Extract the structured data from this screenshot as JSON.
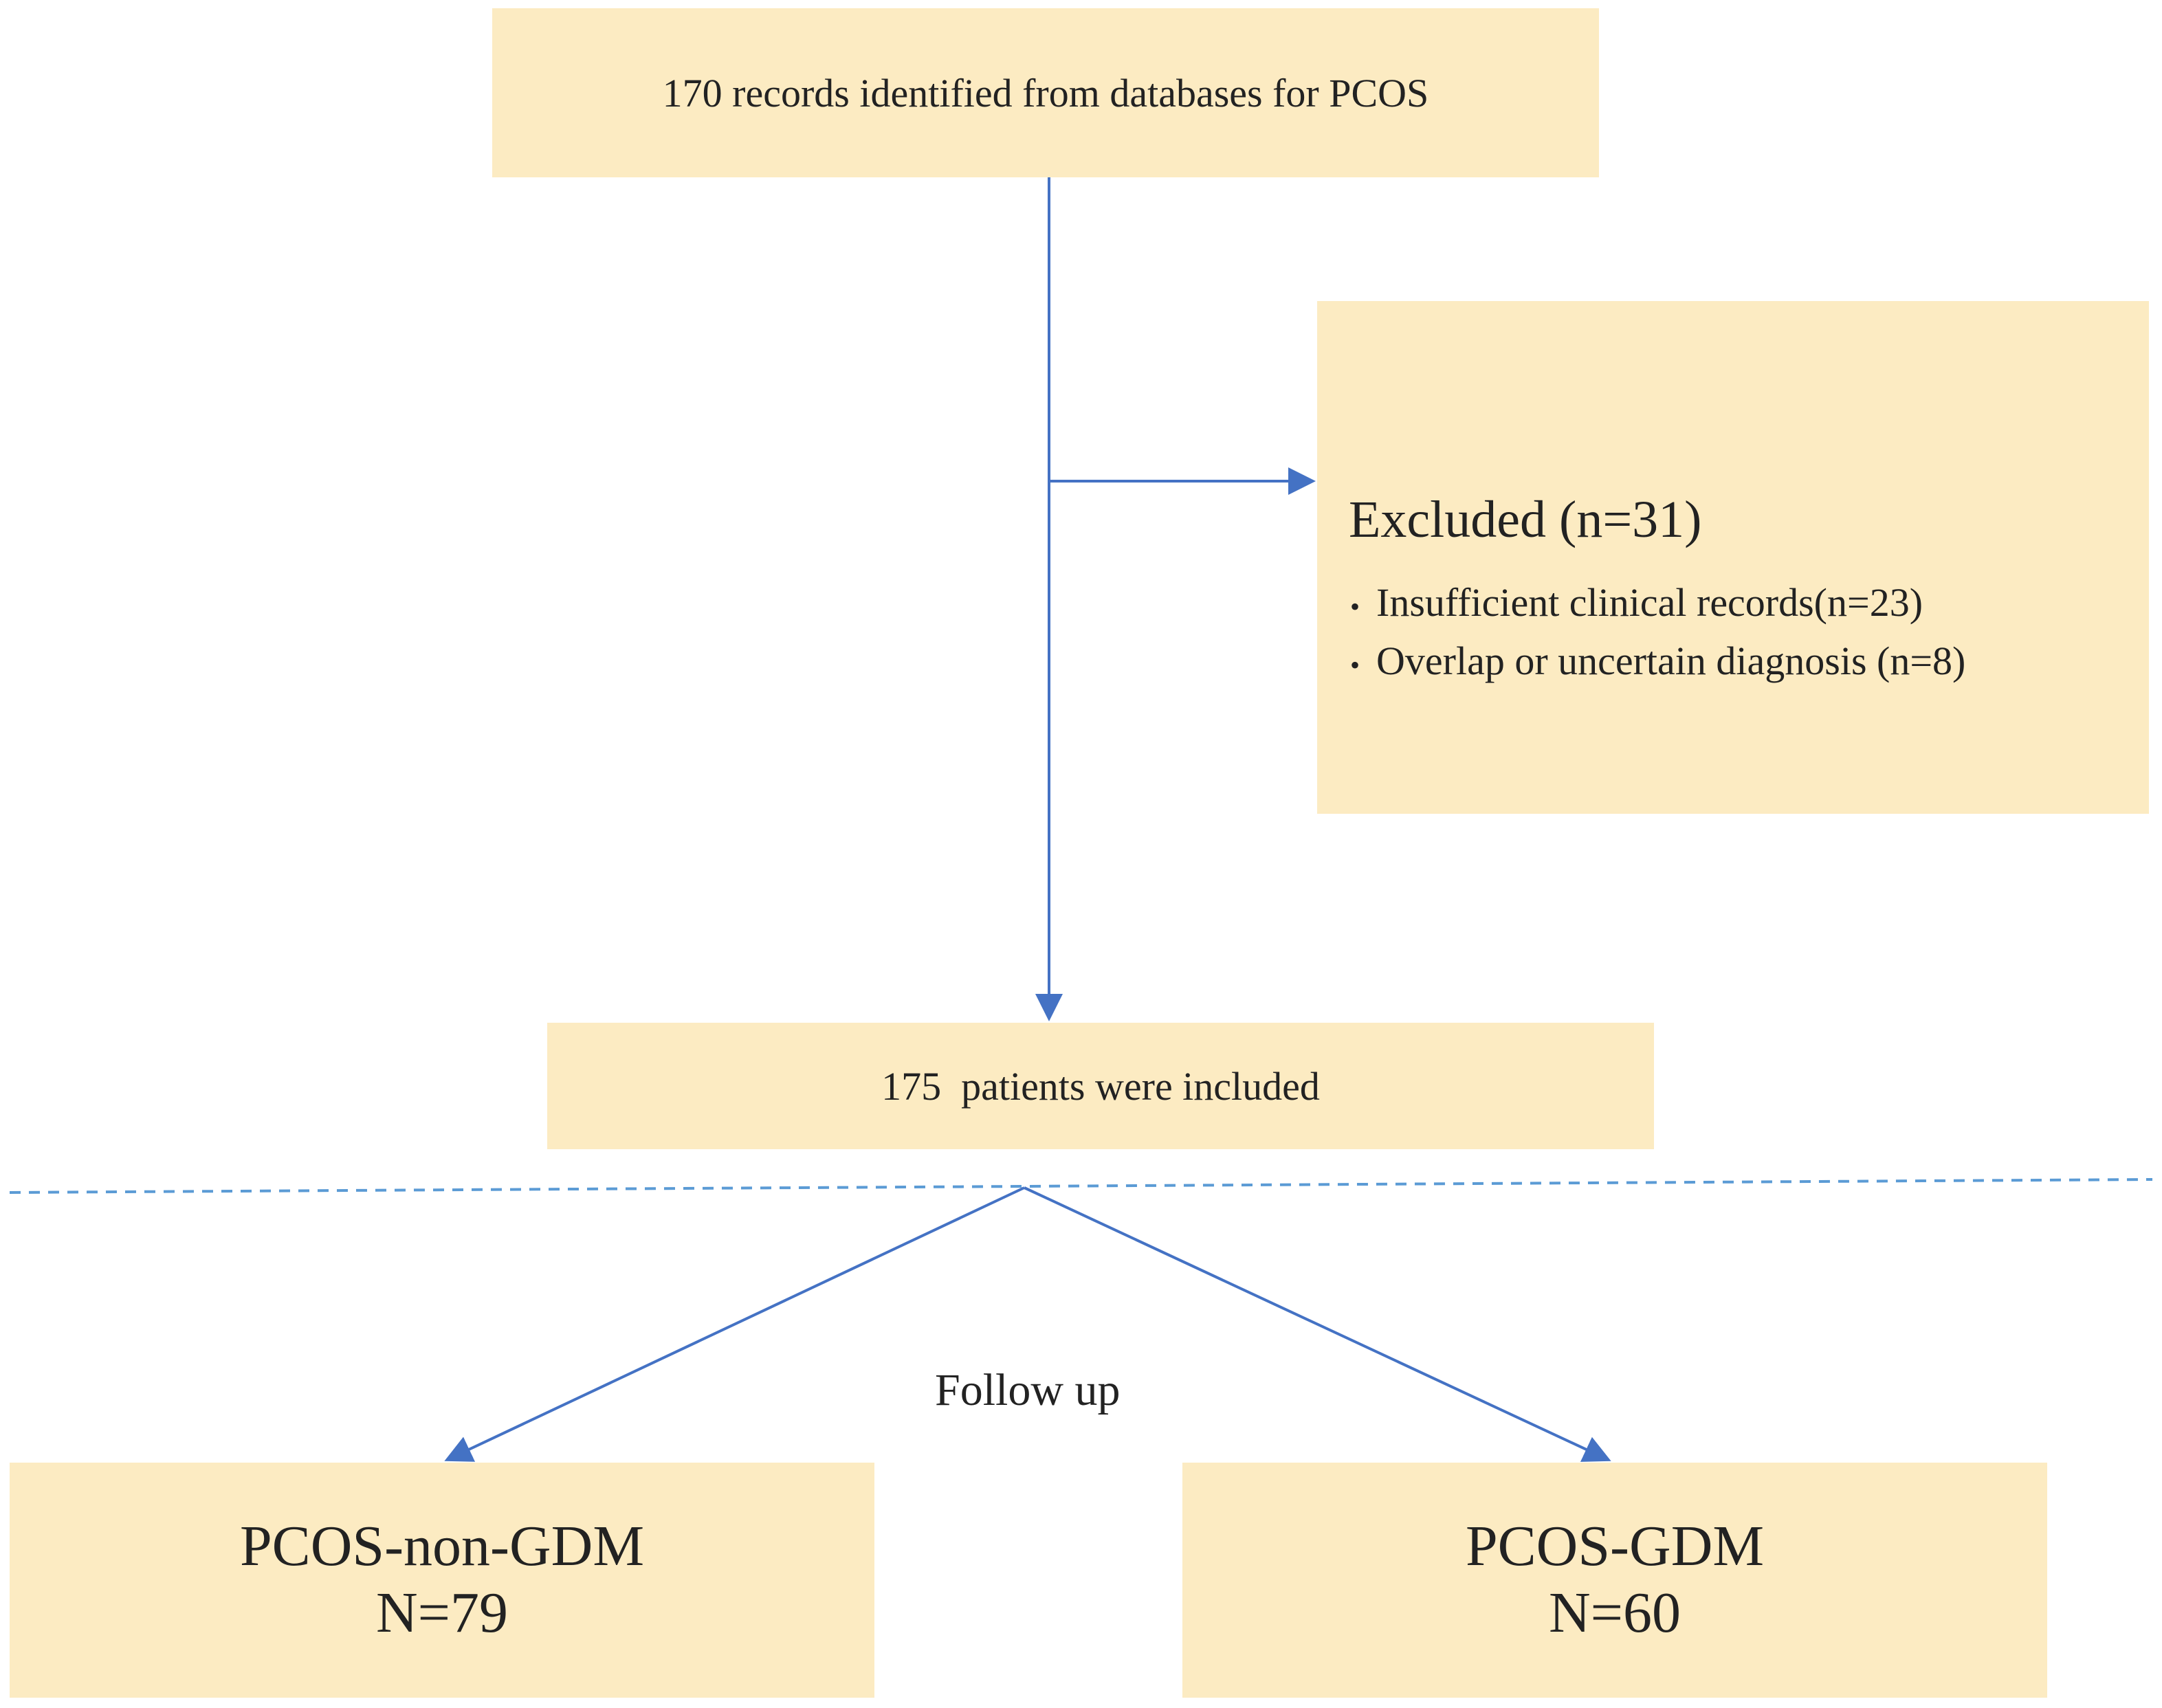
{
  "colors": {
    "box_fill": "#fcebc2",
    "arrow": "#4472c4",
    "divider": "#5b9bd5",
    "text": "#222222"
  },
  "records_box": {
    "text": "170 records identified from databases for PCOS"
  },
  "excluded_box": {
    "title": "Excluded (n=31)",
    "items": [
      "Insufficient clinical records(n=23)",
      "Overlap or uncertain diagnosis (n=8)"
    ]
  },
  "included_box": {
    "text": "175  patients were included"
  },
  "follow_up_label": "Follow up",
  "groups": [
    {
      "name": "PCOS-non-GDM",
      "n": "N=79"
    },
    {
      "name": "PCOS-GDM",
      "n": "N=60"
    }
  ]
}
